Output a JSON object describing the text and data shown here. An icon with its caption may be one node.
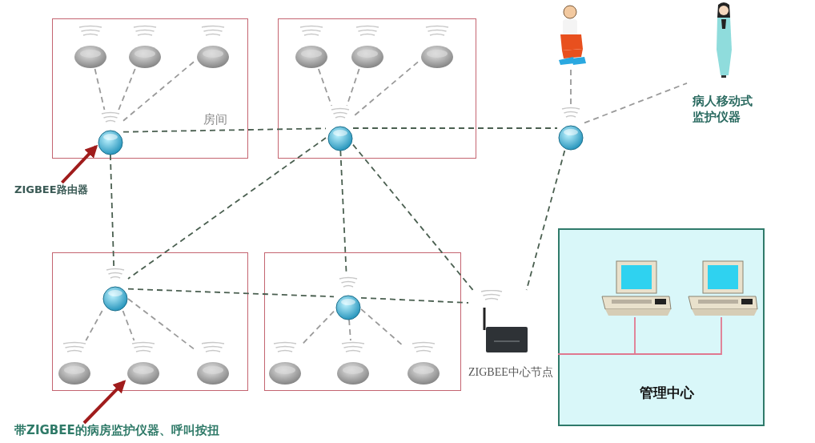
{
  "diagram": {
    "nodes": [
      {
        "text": [
          "房间"
        ]
      },
      {
        "text": [],
        "shape": "box"
      },
      {
        "text": [],
        "shape": "box"
      },
      {
        "text": [],
        "shape": "box"
      },
      {
        "text": [
          "管理中心"
        ]
      },
      {
        "text": [],
        "shape": "picture",
        "in": 0
      },
      {
        "text": [],
        "shape": "picture",
        "in": 0
      },
      {
        "text": [],
        "shape": "picture",
        "in": 0
      },
      {
        "text": [],
        "shape": "circle",
        "in": 0
      },
      {
        "text": [],
        "shape": "picture",
        "in": 1
      },
      {
        "text": [],
        "shape": "picture",
        "in": 1
      },
      {
        "text": [],
        "shape": "picture",
        "in": 1
      },
      {
        "text": [],
        "shape": "circle",
        "in": 1
      },
      {
        "text": [],
        "shape": "circle",
        "in": 2
      },
      {
        "text": [],
        "shape": "picture",
        "in": 2
      },
      {
        "text": [],
        "shape": "picture",
        "in": 2
      },
      {
        "text": [],
        "shape": "picture",
        "in": 2
      },
      {
        "text": [],
        "shape": "circle",
        "in": 3
      },
      {
        "text": [],
        "shape": "picture",
        "in": 3
      },
      {
        "text": [],
        "shape": "picture",
        "in": 3
      },
      {
        "text": [],
        "shape": "picture",
        "in": 3
      },
      {
        "text": [],
        "shape": "circle"
      },
      {
        "text": [],
        "shape": "person"
      },
      {
        "text": [],
        "shape": "person",
        "beside": [
          "病人移动式监护仪器"
        ]
      },
      {
        "text": [
          "ZIGBEE中心节点"
        ]
      },
      {
        "text": [],
        "shape": "picture",
        "in": 4
      },
      {
        "text": [],
        "shape": "picture",
        "in": 4
      },
      {
        "text": [
          "ZIGBEE路由器"
        ]
      },
      {
        "text": [
          "带ZIGBEE的病房监护仪器、呼叫按扭"
        ]
      }
    ],
    "edges": [
      {
        "from": 5,
        "to": 8,
        "arrow": "none",
        "style": "dashed"
      },
      {
        "from": 6,
        "to": 8,
        "arrow": "none",
        "style": "dashed"
      },
      {
        "from": 7,
        "to": 8,
        "arrow": "none",
        "style": "dashed"
      },
      {
        "from": 9,
        "to": 12,
        "arrow": "none",
        "style": "dashed"
      },
      {
        "from": 10,
        "to": 12,
        "arrow": "none",
        "style": "dashed"
      },
      {
        "from": 11,
        "to": 12,
        "arrow": "none",
        "style": "dashed"
      },
      {
        "from": 13,
        "to": 14,
        "arrow": "none",
        "style": "dashed"
      },
      {
        "from": 13,
        "to": 15,
        "arrow": "none",
        "style": "dashed"
      },
      {
        "from": 13,
        "to": 16,
        "arrow": "none",
        "style": "dashed"
      },
      {
        "from": 17,
        "to": 18,
        "arrow": "none",
        "style": "dashed"
      },
      {
        "from": 17,
        "to": 19,
        "arrow": "none",
        "style": "dashed"
      },
      {
        "from": 17,
        "to": 20,
        "arrow": "none",
        "style": "dashed"
      },
      {
        "from": 22,
        "to": 21,
        "arrow": "none",
        "style": "dashed"
      },
      {
        "from": 21,
        "to": 23,
        "arrow": "none",
        "style": "dashed"
      },
      {
        "from": 8,
        "to": 12,
        "arrow": "none",
        "style": "dashed",
        "color": "#4a5f50"
      },
      {
        "from": 12,
        "to": 21,
        "arrow": "none",
        "style": "dashed",
        "color": "#4a5f50"
      },
      {
        "from": 8,
        "to": 13,
        "arrow": "none",
        "style": "dashed",
        "color": "#4a5f50"
      },
      {
        "from": 12,
        "to": 13,
        "arrow": "none",
        "style": "dashed",
        "color": "#4a5f50"
      },
      {
        "from": 12,
        "to": 17,
        "arrow": "none",
        "style": "dashed",
        "color": "#4a5f50"
      },
      {
        "from": 12,
        "to": 24,
        "arrow": "none",
        "style": "dashed",
        "color": "#4a5f50"
      },
      {
        "from": 21,
        "to": 24,
        "arrow": "none",
        "style": "dashed",
        "color": "#4a5f50"
      },
      {
        "from": 13,
        "to": 17,
        "arrow": "none",
        "style": "dashed",
        "color": "#4a5f50"
      },
      {
        "from": 17,
        "to": 24,
        "arrow": "none",
        "style": "dashed",
        "color": "#4a5f50"
      },
      {
        "from": 24,
        "to": 25,
        "arrow": "none",
        "color": "#e07890"
      },
      {
        "from": 24,
        "to": 26,
        "arrow": "none",
        "color": "#e07890"
      },
      {
        "from": 27,
        "to": 8,
        "arrow": "to",
        "style": "thick",
        "color": "#a01c1c"
      },
      {
        "from": 28,
        "to": 15,
        "arrow": "to",
        "style": "thick",
        "color": "#a01c1c"
      }
    ]
  }
}
